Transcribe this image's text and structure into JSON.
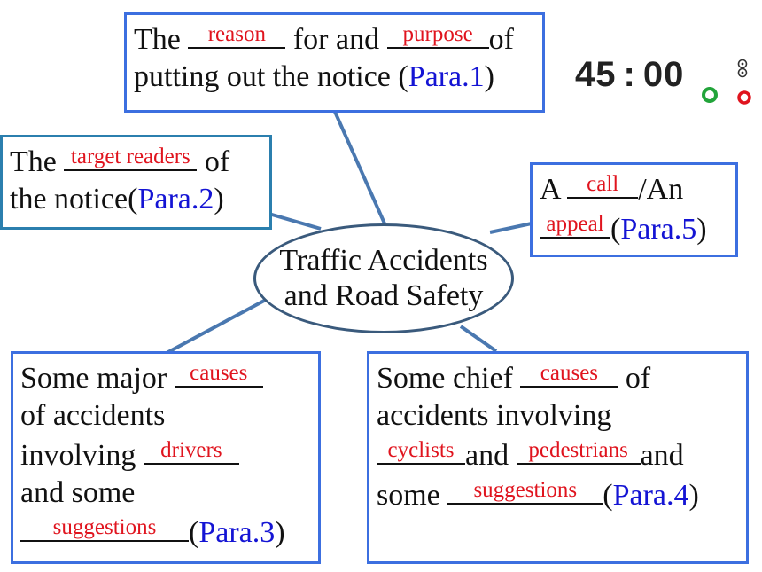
{
  "timer": {
    "minutes": "45",
    "colon": ":",
    "seconds": "00"
  },
  "center": {
    "line1": "Traffic Accidents",
    "line2": "and Road Safety"
  },
  "box_reason": {
    "text1": "The ",
    "blank1": "reason",
    "text2": " for and ",
    "blank2": "purpose",
    "text3": "of",
    "line2": "putting out the notice (",
    "para": "Para.1",
    "close": ")"
  },
  "box_readers": {
    "text1": "The ",
    "blank1": "target readers",
    "text2": " of",
    "line2": "the notice(",
    "para": "Para.2",
    "close": ")"
  },
  "box_call": {
    "text1": "A ",
    "blank1": "call",
    "text2": "/An",
    "blank2": "appeal",
    "text3": "(",
    "para": "Para.5",
    "close": ")"
  },
  "box_drivers": {
    "text1": "Some major ",
    "blank1": "causes",
    "line2": "of accidents",
    "text3": "involving ",
    "blank2": "drivers",
    "line4": "and some",
    "blank3": "suggestions",
    "text5": "(",
    "para": "Para.3",
    "close": ")"
  },
  "box_cyclists": {
    "text1": "Some chief ",
    "blank1": "causes",
    "text2": " of",
    "line2": "accidents involving",
    "blank2": "cyclists",
    "text3": "and ",
    "blank3": "pedestrians",
    "text4": "and",
    "text5": "some ",
    "blank4": "suggestions",
    "text6": "(",
    "para": "Para.4",
    "close": ")"
  },
  "colors": {
    "box_border": "#3c6fe0",
    "answer": "#e0141e",
    "para_ref": "#1414d4",
    "connector": "#4a78b0"
  }
}
